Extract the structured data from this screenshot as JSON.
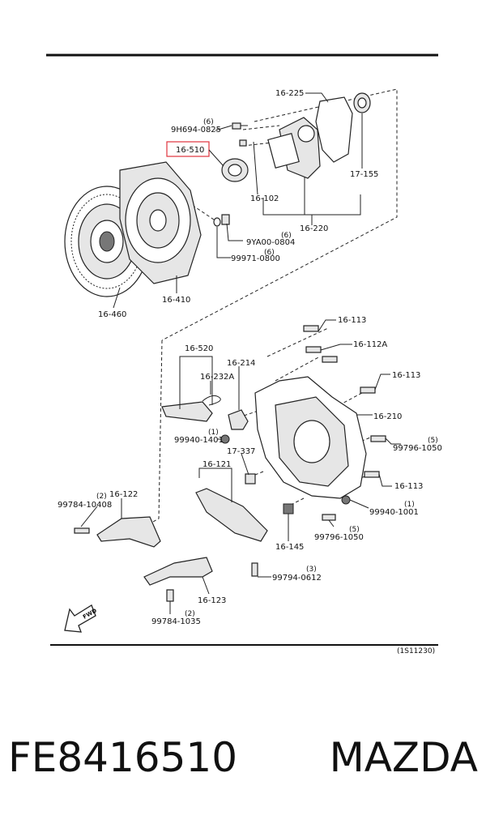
{
  "ref_code": "(1S11230)",
  "fwd": "FWD",
  "caption": {
    "part_number": "FE8416510",
    "brand": "MAZDA"
  },
  "highlight_color": "#e0323c",
  "labels": {
    "p16225": "16-225",
    "p9h694": "9H694-0825",
    "p9h694_qty": "(6)",
    "p16510": "16-510",
    "p17155": "17-155",
    "p16102": "16-102",
    "p16220": "16-220",
    "p9ya00": "9YA00-0804",
    "p9ya00_qty": "(6)",
    "p99971": "99971-0800",
    "p99971_qty": "(6)",
    "p16410": "16-410",
    "p16460": "16-460",
    "p16113a": "16-113",
    "p16112a": "16-112A",
    "p16113b": "16-113",
    "p16520": "16-520",
    "p16214": "16-214",
    "p16232a": "16-232A",
    "p16210": "16-210",
    "p99940a_qty": "(1)",
    "p99940a": "99940-1401",
    "p99796a_qty": "(5)",
    "p99796a": "99796-1050",
    "p17337": "17-337",
    "p16121": "16-121",
    "p16113c": "16-113",
    "p99784a_qty": "(2)",
    "p99784a": "99784-10408",
    "p16122": "16-122",
    "p99940b": "99940-1001",
    "p99940b_qty": "(1)",
    "p99796b_qty": "(5)",
    "p99796b": "99796-1050",
    "p16145": "16-145",
    "p99794_qty": "(3)",
    "p99794": "99794-0612",
    "p16123": "16-123",
    "p99784b_qty": "(2)",
    "p99784b": "99784-1035"
  }
}
